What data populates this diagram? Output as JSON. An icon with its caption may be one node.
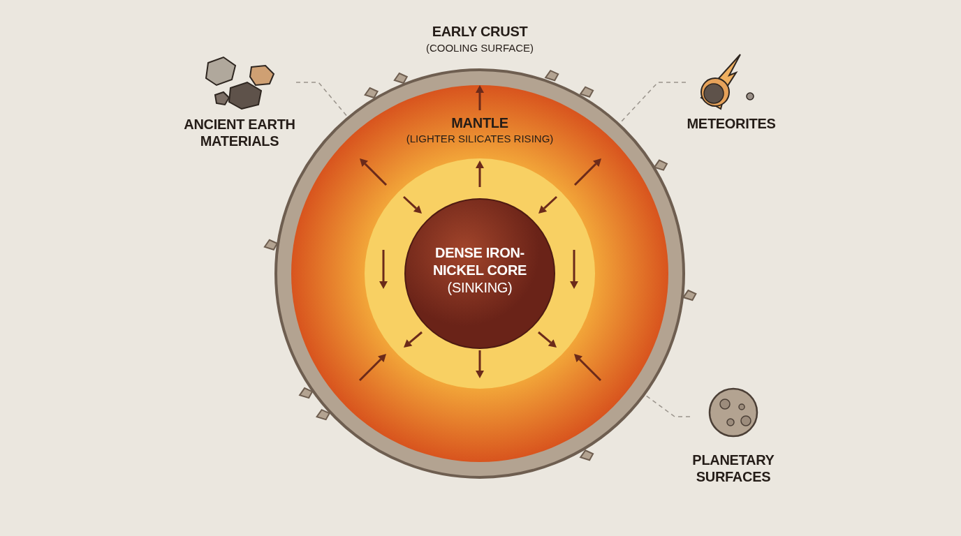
{
  "diagram": {
    "nodes": [
      {
        "text": [
          "EARLY CRUST",
          "(COOLING SURFACE)"
        ]
      },
      {
        "text": [
          "MANTLE",
          "(LIGHTER SILICATES RISING)"
        ],
        "in": 0
      },
      {
        "text": [
          "DENSE IRON-NICKEL CORE",
          "(SINKING)"
        ],
        "in": 1
      },
      {
        "text": [
          "ANCIENT EARTH MATERIALS"
        ]
      },
      {
        "text": [
          "METEORITES"
        ]
      },
      {
        "text": [
          "PLANETARY SURFACES"
        ]
      }
    ],
    "edges": [
      {
        "from": 3,
        "to": 0,
        "arrow": "none",
        "style": "dashed"
      },
      {
        "from": 4,
        "to": 0,
        "arrow": "none",
        "style": "dashed"
      },
      {
        "from": 5,
        "to": 0,
        "arrow": "none",
        "style": "dashed"
      }
    ]
  }
}
